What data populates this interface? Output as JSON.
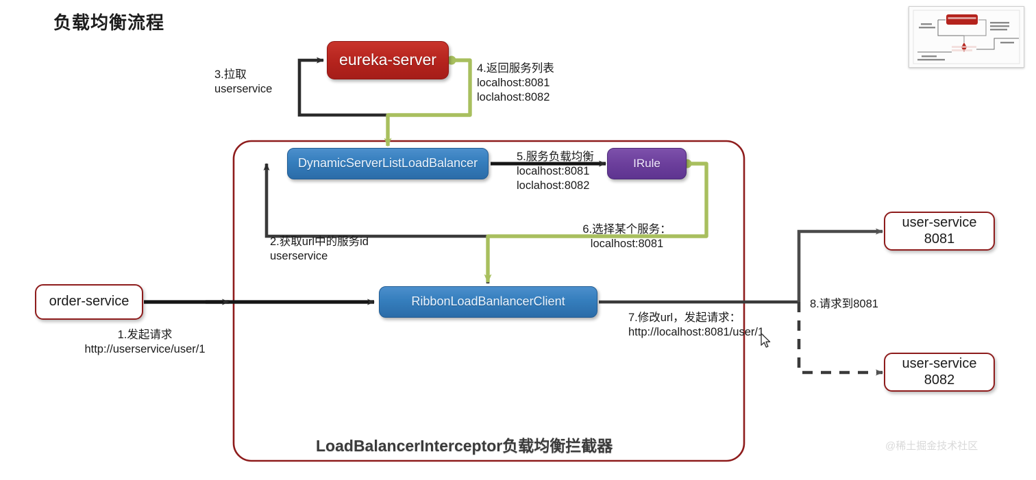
{
  "page": {
    "title": "负载均衡流程",
    "watermark": "@稀土掘金技术社区"
  },
  "nodes": {
    "eureka_server": "eureka-server",
    "dynamic_server_list_load_balancer": "DynamicServerListLoadBalancer",
    "irule": "IRule",
    "ribbon_load_balancer_client": "RibbonLoadBanlancerClient",
    "order_service": "order-service",
    "user_service_8081": "user-service\n8081",
    "user_service_8082": "user-service\n8082"
  },
  "container": {
    "label": "LoadBalancerInterceptor负载均衡拦截器",
    "border_color": "#8e1c1c"
  },
  "steps": [
    {
      "id": "1",
      "text": "1.发起请求\nhttp://userservice/user/1"
    },
    {
      "id": "2",
      "text": "2.获取url中的服务id\nuserservice"
    },
    {
      "id": "3",
      "text": "3.拉取\nuserservice"
    },
    {
      "id": "4",
      "text": "4.返回服务列表\nlocalhost:8081\nloclahost:8082"
    },
    {
      "id": "5",
      "text": "5.服务负载均衡\nlocalhost:8081\nloclahost:8082"
    },
    {
      "id": "6",
      "text": "6.选择某个服务：\nlocalhost:8081"
    },
    {
      "id": "7",
      "text": "7.修改url，发起请求：\nhttp://localhost:8081/user/1"
    },
    {
      "id": "8",
      "text": "8.请求到8081"
    }
  ],
  "colors": {
    "red_node": "#b4231d",
    "blue_node": "#357ebd",
    "purple_node": "#6c3f9c",
    "green_arrow": "#a8bf5e",
    "black_arrow": "#2b2b2b",
    "container_border": "#8e1c1c",
    "title_text": "#1d1d1d"
  }
}
